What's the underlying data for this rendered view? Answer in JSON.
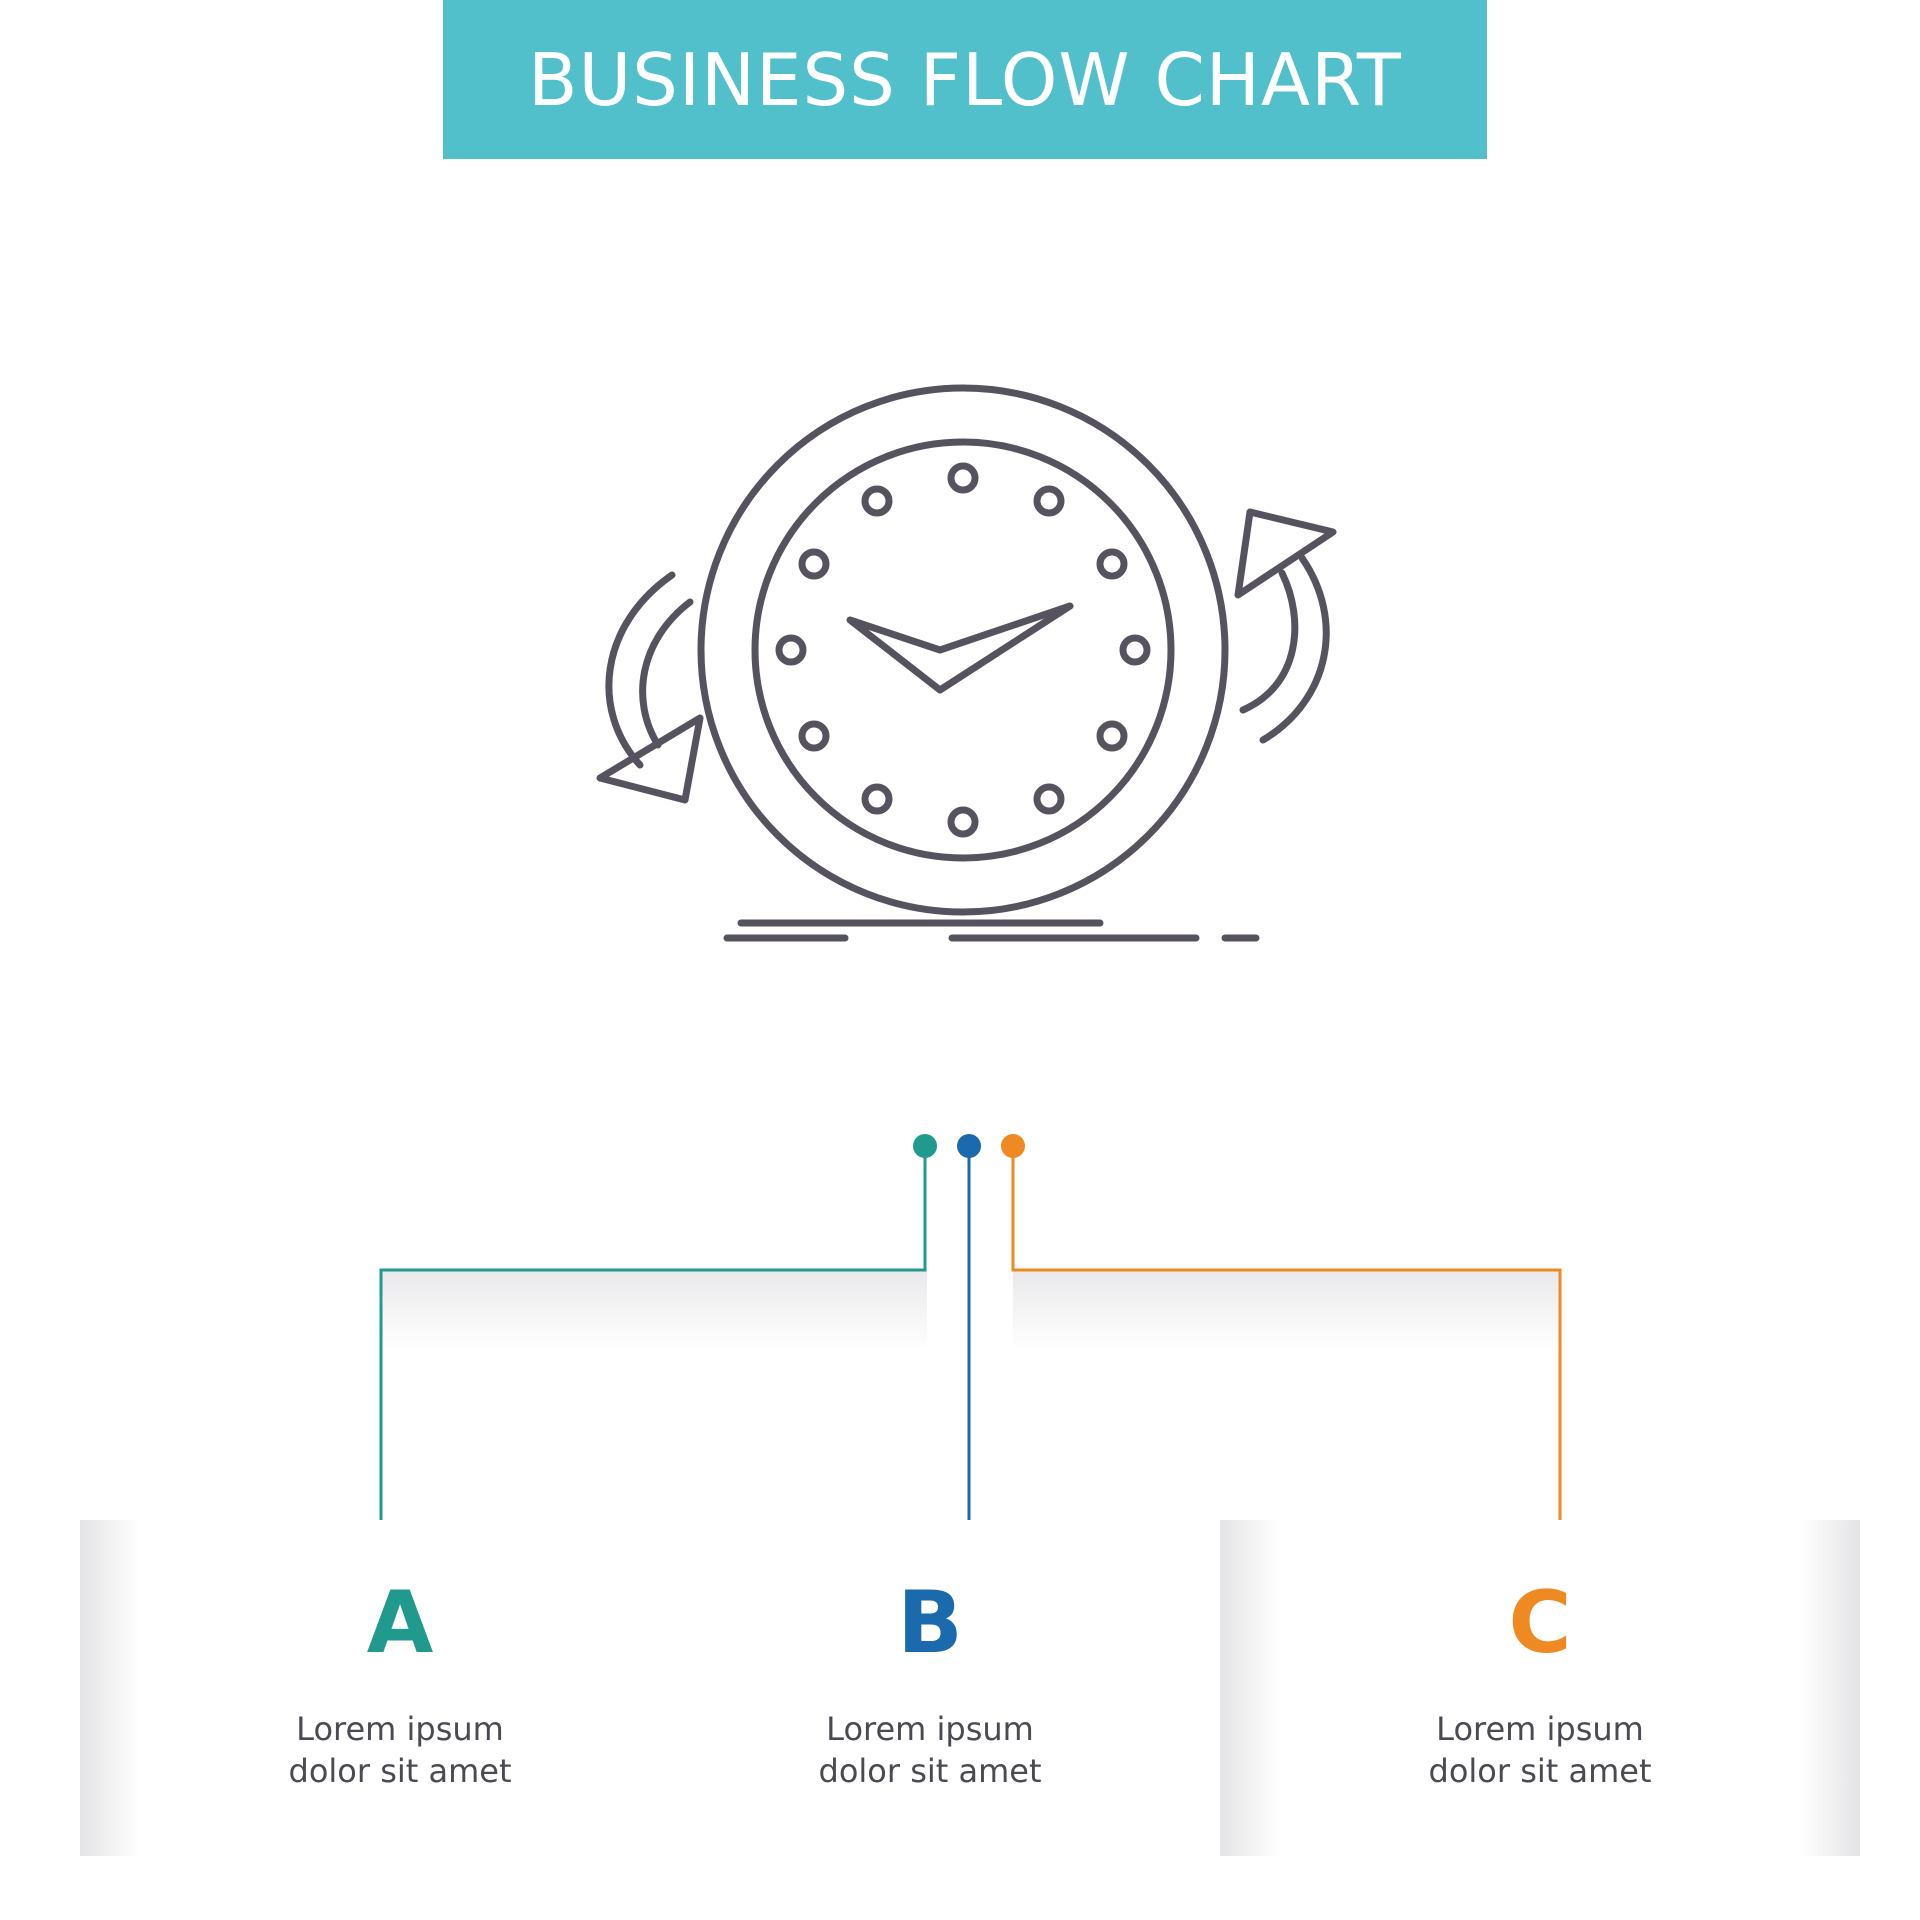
{
  "header": {
    "title": "BUSINESS FLOW CHART",
    "color": "#52c0cb"
  },
  "icon": {
    "name": "backup-clock-icon",
    "stroke_color": "#56525e"
  },
  "steps": [
    {
      "letter": "A",
      "line1": "Lorem ipsum",
      "line2": "dolor sit amet",
      "color": "#1f9a8c"
    },
    {
      "letter": "B",
      "line1": "Lorem ipsum",
      "line2": "dolor sit amet",
      "color": "#1b6aad"
    },
    {
      "letter": "C",
      "line1": "Lorem ipsum",
      "line2": "dolor sit amet",
      "color": "#ef8a22"
    }
  ]
}
